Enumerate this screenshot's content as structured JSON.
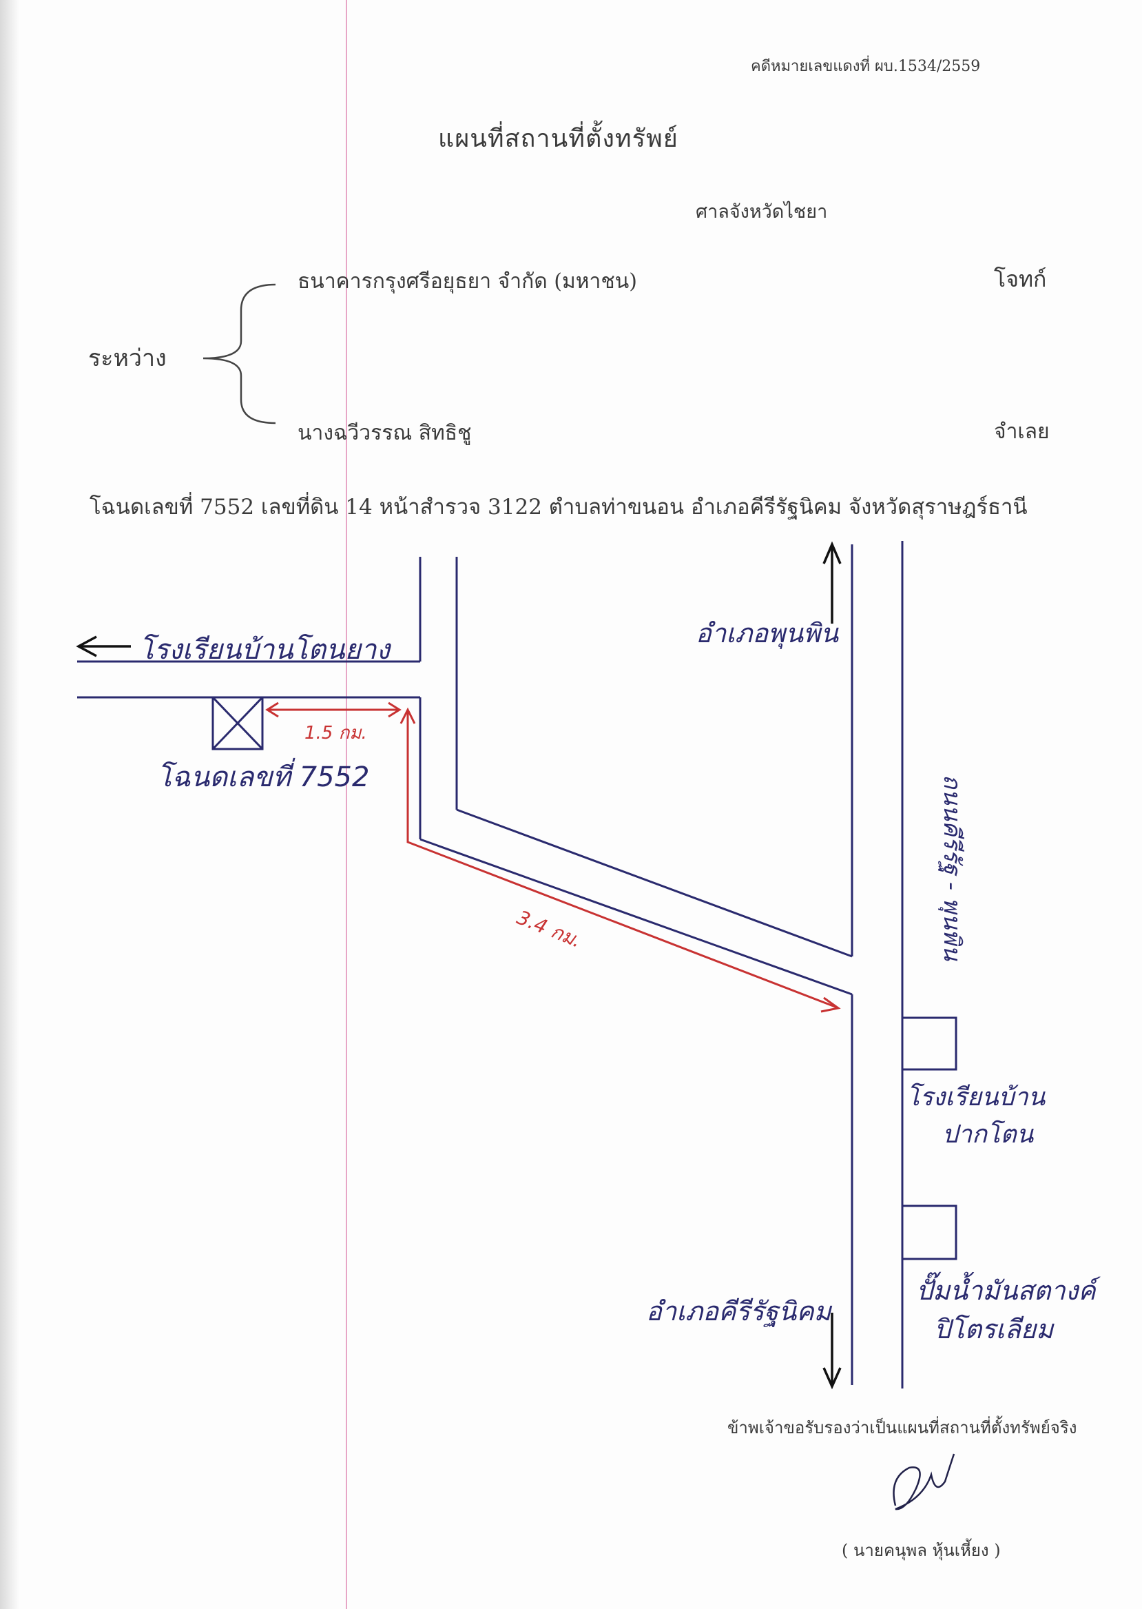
{
  "header": {
    "case_number": "คดีหมายเลขแดงที่ ผบ.1534/2559",
    "title": "แผนที่สถานที่ตั้งทรัพย์",
    "court": "ศาลจังหวัดไชยา"
  },
  "parties": {
    "between_label": "ระหว่าง",
    "plaintiff_name": "ธนาคารกรุงศรีอยุธยา จำกัด (มหาชน)",
    "plaintiff_role": "โจทก์",
    "defendant_name": "นางฉวีวรรณ  สิทธิชู",
    "defendant_role": "จำเลย"
  },
  "property": {
    "deed_info": "โฉนดเลขที่ 7552  เลขที่ดิน 14  หน้าสำรวจ 3122  ตำบลท่าขนอน  อำเภอคีรีรัฐนิคม  จังหวัดสุราษฎร์ธานี"
  },
  "map": {
    "school_ton_yang": "โรงเรียนบ้านโตนยาง",
    "district_punphin": "อำเภอพุนพิน",
    "deed_label": "โฉนดเลขที่ 7552",
    "distance_short": "1.5 กม.",
    "distance_long": "3.4 กม.",
    "road_name": "ถนนคีรีรัฐ - พุนพิน",
    "school_pak_ton_line1": "โรงเรียนบ้าน",
    "school_pak_ton_line2": "ปากโตน",
    "district_kiri": "อำเภอคีรีรัฐนิคม",
    "gas_station_line1": "ปั๊มน้ำมันสตางค์",
    "gas_station_line2": "ปิโตรเลียม"
  },
  "footer": {
    "certification": "ข้าพเจ้าขอรับรองว่าเป็นแผนที่สถานที่ตั้งทรัพย์จริง",
    "signer": "( นายคนุพล  หุ้นเหี้ยง )"
  },
  "colors": {
    "ink_blue": "#2a2a6e",
    "ink_red": "#c83232",
    "margin_pink": "#e7a6c6"
  }
}
